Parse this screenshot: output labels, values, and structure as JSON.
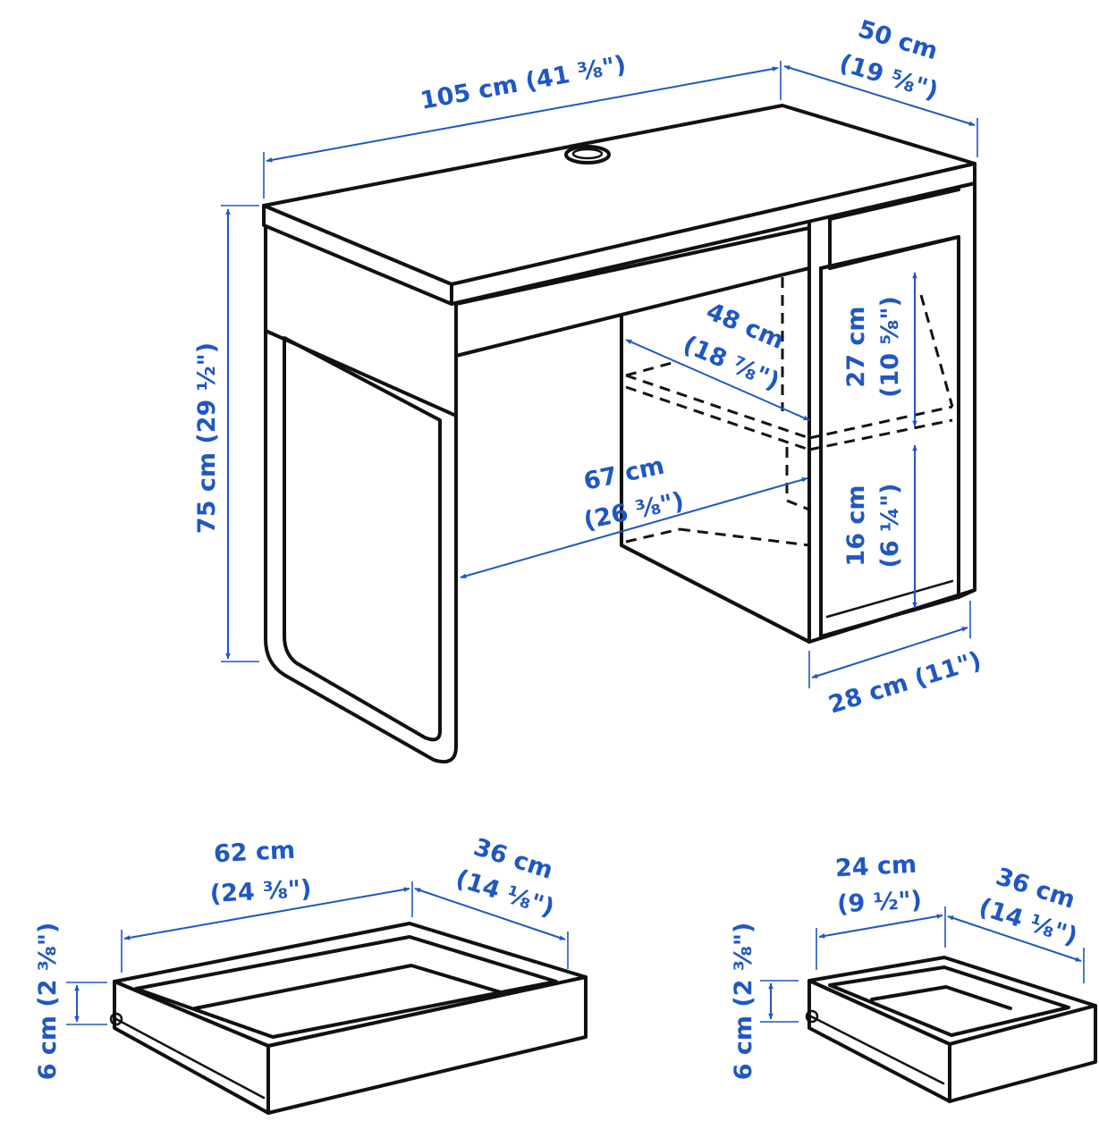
{
  "dimensions": {
    "desk_width": "105 cm (41 ⅜\")",
    "desk_depth_cm": "50 cm",
    "desk_depth_in": "(19 ⅝\")",
    "desk_height": "75 cm (29 ½\")",
    "knee_depth_cm": "48 cm",
    "knee_depth_in": "(18 ⅞\")",
    "knee_width_cm": "67 cm",
    "knee_width_in": "(26 ⅜\")",
    "shelf_upper_cm": "27 cm",
    "shelf_upper_in": "(10 ⅝\")",
    "shelf_lower_cm": "16 cm",
    "shelf_lower_in": "(6 ¼\")",
    "cabinet_width": "28 cm (11\")",
    "large_drawer_width_cm": "62 cm",
    "large_drawer_width_in": "(24 ⅜\")",
    "large_drawer_depth_cm": "36 cm",
    "large_drawer_depth_in": "(14 ⅛\")",
    "large_drawer_height": "6 cm (2 ⅜\")",
    "small_drawer_width_cm": "24 cm",
    "small_drawer_width_in": "(9 ½\")",
    "small_drawer_depth_cm": "36 cm",
    "small_drawer_depth_in": "(14 ⅛\")",
    "small_drawer_height": "6 cm (2 ⅜\")"
  },
  "colors": {
    "dimension": "#1f57c3",
    "outline": "#111111",
    "background": "#ffffff"
  }
}
